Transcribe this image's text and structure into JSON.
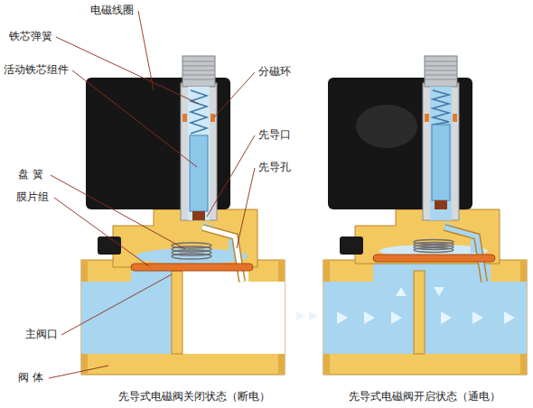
{
  "diagram": {
    "labels": [
      "电磁线圈",
      "铁芯弹簧",
      "活动铁芯组件",
      "分磁环",
      "先导口",
      "先导孔",
      "盘 簧",
      "膜片组",
      "主阀口",
      "阀 体",
      "先导式电磁阀关闭状态（断电）",
      "先导式电磁阀开启状态（通电）"
    ]
  }
}
